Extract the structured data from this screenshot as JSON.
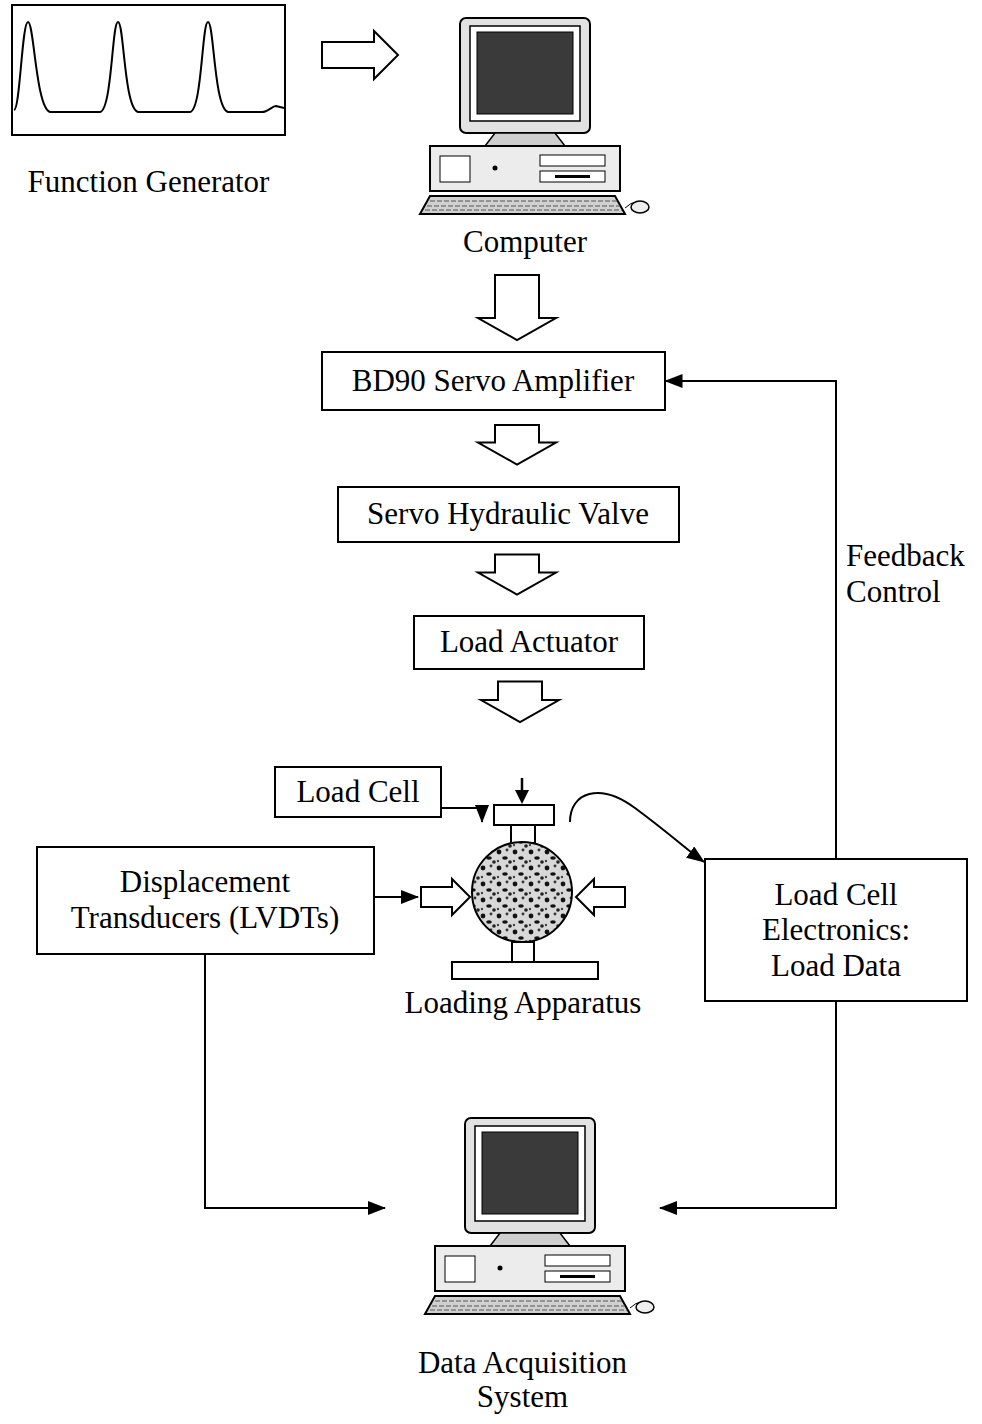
{
  "diagram": {
    "nodes": [
      {
        "text": [
          "Function Generator"
        ]
      },
      {
        "text": [
          "Computer"
        ]
      },
      {
        "text": [
          "BD90 Servo Amplifier"
        ]
      },
      {
        "text": [
          "Servo Hydraulic Valve"
        ]
      },
      {
        "text": [
          "Load Actuator"
        ]
      },
      {
        "text": [
          "Load Cell"
        ]
      },
      {
        "text": [
          "Displacement Transducers (LVDTs)"
        ]
      },
      {
        "text": [
          "Loading Apparatus"
        ]
      },
      {
        "text": [
          "Load Cell Electronics: Load Data"
        ]
      },
      {
        "text": [
          "Data Acquisition System"
        ]
      }
    ],
    "edges": [
      {
        "from": 0,
        "to": 1,
        "arrow": "to"
      },
      {
        "from": 1,
        "to": 2,
        "arrow": "to"
      },
      {
        "from": 2,
        "to": 3,
        "arrow": "to"
      },
      {
        "from": 3,
        "to": 4,
        "arrow": "to"
      },
      {
        "from": 4,
        "to": 7,
        "arrow": "to"
      },
      {
        "from": 5,
        "to": 7,
        "arrow": "to"
      },
      {
        "from": 6,
        "to": 7,
        "arrow": "to"
      },
      {
        "from": 7,
        "to": 8,
        "arrow": "to"
      },
      {
        "from": 8,
        "to": 2,
        "label": "Feedback Control",
        "arrow": "to"
      },
      {
        "from": 6,
        "to": 9,
        "arrow": "to"
      },
      {
        "from": 8,
        "to": 9,
        "arrow": "to"
      }
    ]
  }
}
